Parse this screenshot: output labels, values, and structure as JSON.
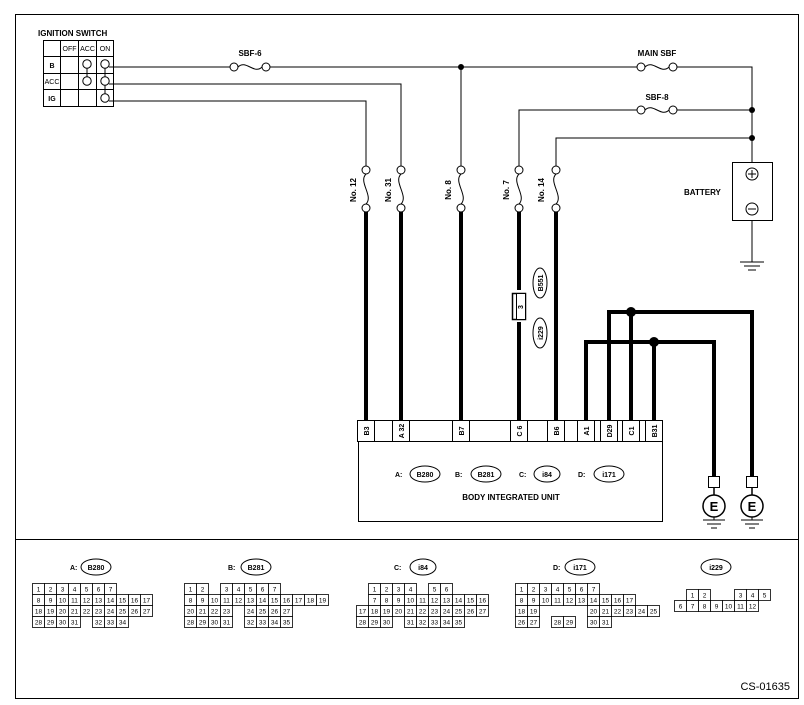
{
  "ignition_switch": {
    "title": "IGNITION SWITCH",
    "columns": [
      "OFF",
      "ACC",
      "ON"
    ],
    "rows": [
      "B",
      "ACC",
      "IG"
    ]
  },
  "fuses": {
    "sbf6": "SBF-6",
    "main_sbf": "MAIN SBF",
    "sbf8": "SBF-8",
    "no12": "No. 12",
    "no31": "No. 31",
    "no8": "No. 8",
    "no7": "No. 7",
    "no14": "No. 14"
  },
  "battery": {
    "label": "BATTERY"
  },
  "inline_connectors": {
    "b551": "B551",
    "i229": "i229",
    "pin3": "3"
  },
  "unit": {
    "title": "BODY INTEGRATED UNIT",
    "pins": [
      "B3",
      "A 32",
      "B7",
      "C 6",
      "B6",
      "A1",
      "D29",
      "C1",
      "B31"
    ],
    "connectors": [
      {
        "prefix": "A:",
        "name": "B280"
      },
      {
        "prefix": "B:",
        "name": "B281"
      },
      {
        "prefix": "C:",
        "name": "i84"
      },
      {
        "prefix": "D:",
        "name": "i171"
      }
    ]
  },
  "ground": {
    "label": "E"
  },
  "connector_tables": {
    "a": {
      "label": "A:",
      "name": "B280",
      "rows": [
        [
          "1",
          "2",
          "3",
          "4",
          "5",
          "6",
          "7"
        ],
        [
          "8",
          "9",
          "10",
          "11",
          "12",
          "13",
          "14",
          "15",
          "16",
          "17"
        ],
        [
          "18",
          "19",
          "20",
          "21",
          "22",
          "23",
          "24",
          "25",
          "26",
          "27"
        ],
        [
          "28",
          "29",
          "30",
          "31",
          "32",
          "33",
          "34"
        ]
      ]
    },
    "b": {
      "label": "B:",
      "name": "B281",
      "rows": [
        [
          "1",
          "2",
          "3",
          "4",
          "5",
          "6",
          "7"
        ],
        [
          "8",
          "9",
          "10",
          "11",
          "12",
          "13",
          "14",
          "15",
          "16",
          "17",
          "18",
          "19"
        ],
        [
          "20",
          "21",
          "22",
          "23",
          "24",
          "25",
          "26",
          "27"
        ],
        [
          "28",
          "29",
          "30",
          "31",
          "32",
          "33",
          "34",
          "35"
        ]
      ]
    },
    "c": {
      "label": "C:",
      "name": "i84",
      "rows": [
        [
          "1",
          "2",
          "3",
          "4",
          "5",
          "6"
        ],
        [
          "7",
          "8",
          "9",
          "10",
          "11",
          "12",
          "13",
          "14",
          "15",
          "16"
        ],
        [
          "17",
          "18",
          "19",
          "20",
          "21",
          "22",
          "23",
          "24",
          "25",
          "26",
          "27"
        ],
        [
          "28",
          "29",
          "30",
          "31",
          "32",
          "33",
          "34",
          "35"
        ]
      ]
    },
    "d": {
      "label": "D:",
      "name": "i171",
      "rows": [
        [
          "1",
          "2",
          "3",
          "4",
          "5",
          "6",
          "7"
        ],
        [
          "8",
          "9",
          "10",
          "11",
          "12",
          "13",
          "14",
          "15",
          "16",
          "17"
        ],
        [
          "18",
          "19",
          "20",
          "21",
          "22",
          "23",
          "24",
          "25"
        ],
        [
          "26",
          "27",
          "28",
          "29",
          "30",
          "31"
        ]
      ]
    },
    "e": {
      "name": "i229",
      "rows": [
        [
          "1",
          "2",
          "3",
          "4",
          "5"
        ],
        [
          "6",
          "7",
          "8",
          "9",
          "10",
          "11",
          "12"
        ]
      ]
    }
  },
  "figure_code": "CS-01635"
}
